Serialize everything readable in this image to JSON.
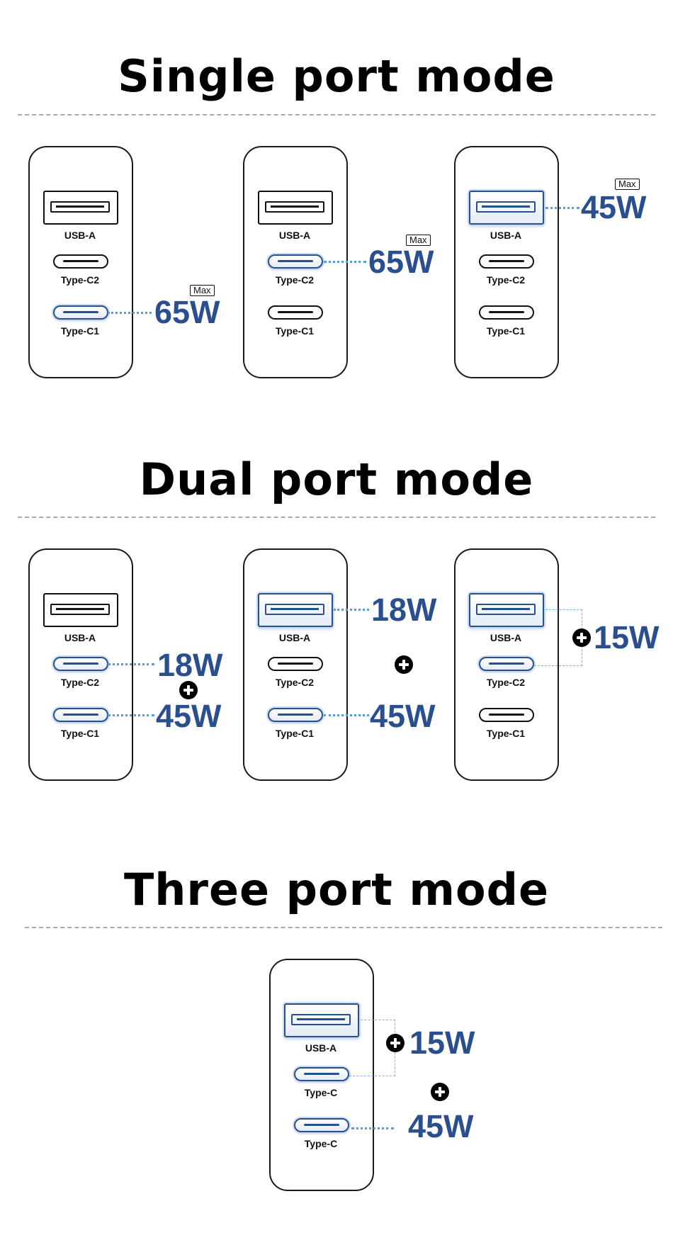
{
  "sections": [
    {
      "title": "Single port mode"
    },
    {
      "title": "Dual port mode"
    },
    {
      "title": "Three port mode"
    }
  ],
  "labels": {
    "usb_a": "USB-A",
    "type_c2": "Type-C2",
    "type_c1": "Type-C1",
    "type_c": "Type-C",
    "max": "Max"
  },
  "single": [
    {
      "active_port": "Type-C1",
      "watt": "65W",
      "max": true
    },
    {
      "active_port": "Type-C2",
      "watt": "65W",
      "max": true
    },
    {
      "active_port": "USB-A",
      "watt": "45W",
      "max": true
    }
  ],
  "dual": [
    {
      "active_ports": [
        "Type-C2",
        "Type-C1"
      ],
      "watts": [
        "18W",
        "45W"
      ]
    },
    {
      "active_ports": [
        "USB-A",
        "Type-C1"
      ],
      "watts": [
        "18W",
        "45W"
      ]
    },
    {
      "active_ports": [
        "USB-A",
        "Type-C2"
      ],
      "watts": [
        "15W"
      ]
    }
  ],
  "three": {
    "active_ports": [
      "USB-A",
      "Type-C",
      "Type-C"
    ],
    "watts": [
      "15W",
      "45W"
    ]
  },
  "colors": {
    "accent": "#2a4f8f",
    "line": "#5b9bd8",
    "text": "#000000"
  }
}
